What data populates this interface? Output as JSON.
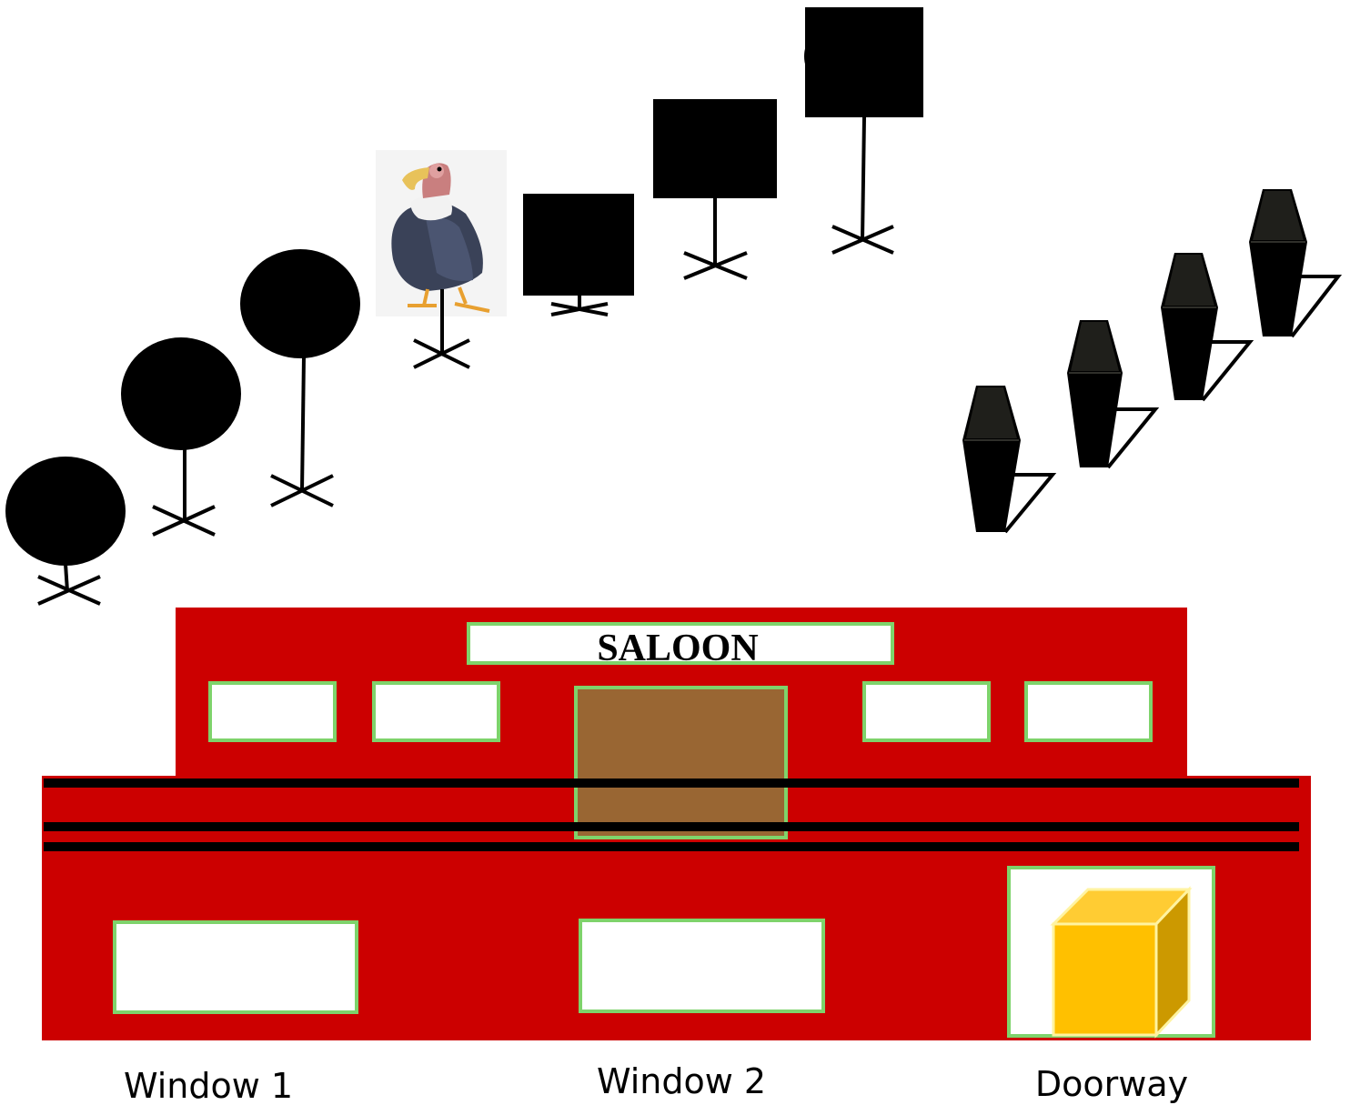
{
  "sign": {
    "text": "SALOON"
  },
  "captions": {
    "window_1": "Window 1",
    "window_2": "Window 2",
    "doorway": "Doorway"
  },
  "colors": {
    "building": "#cc0000",
    "window_fill": "#ffffff",
    "window_border": "#7ed36b",
    "upper_door": "#996633",
    "stripe": "#000000",
    "box_front": "#ffc000",
    "box_top": "#ffcc33",
    "box_side": "#cc9900"
  }
}
